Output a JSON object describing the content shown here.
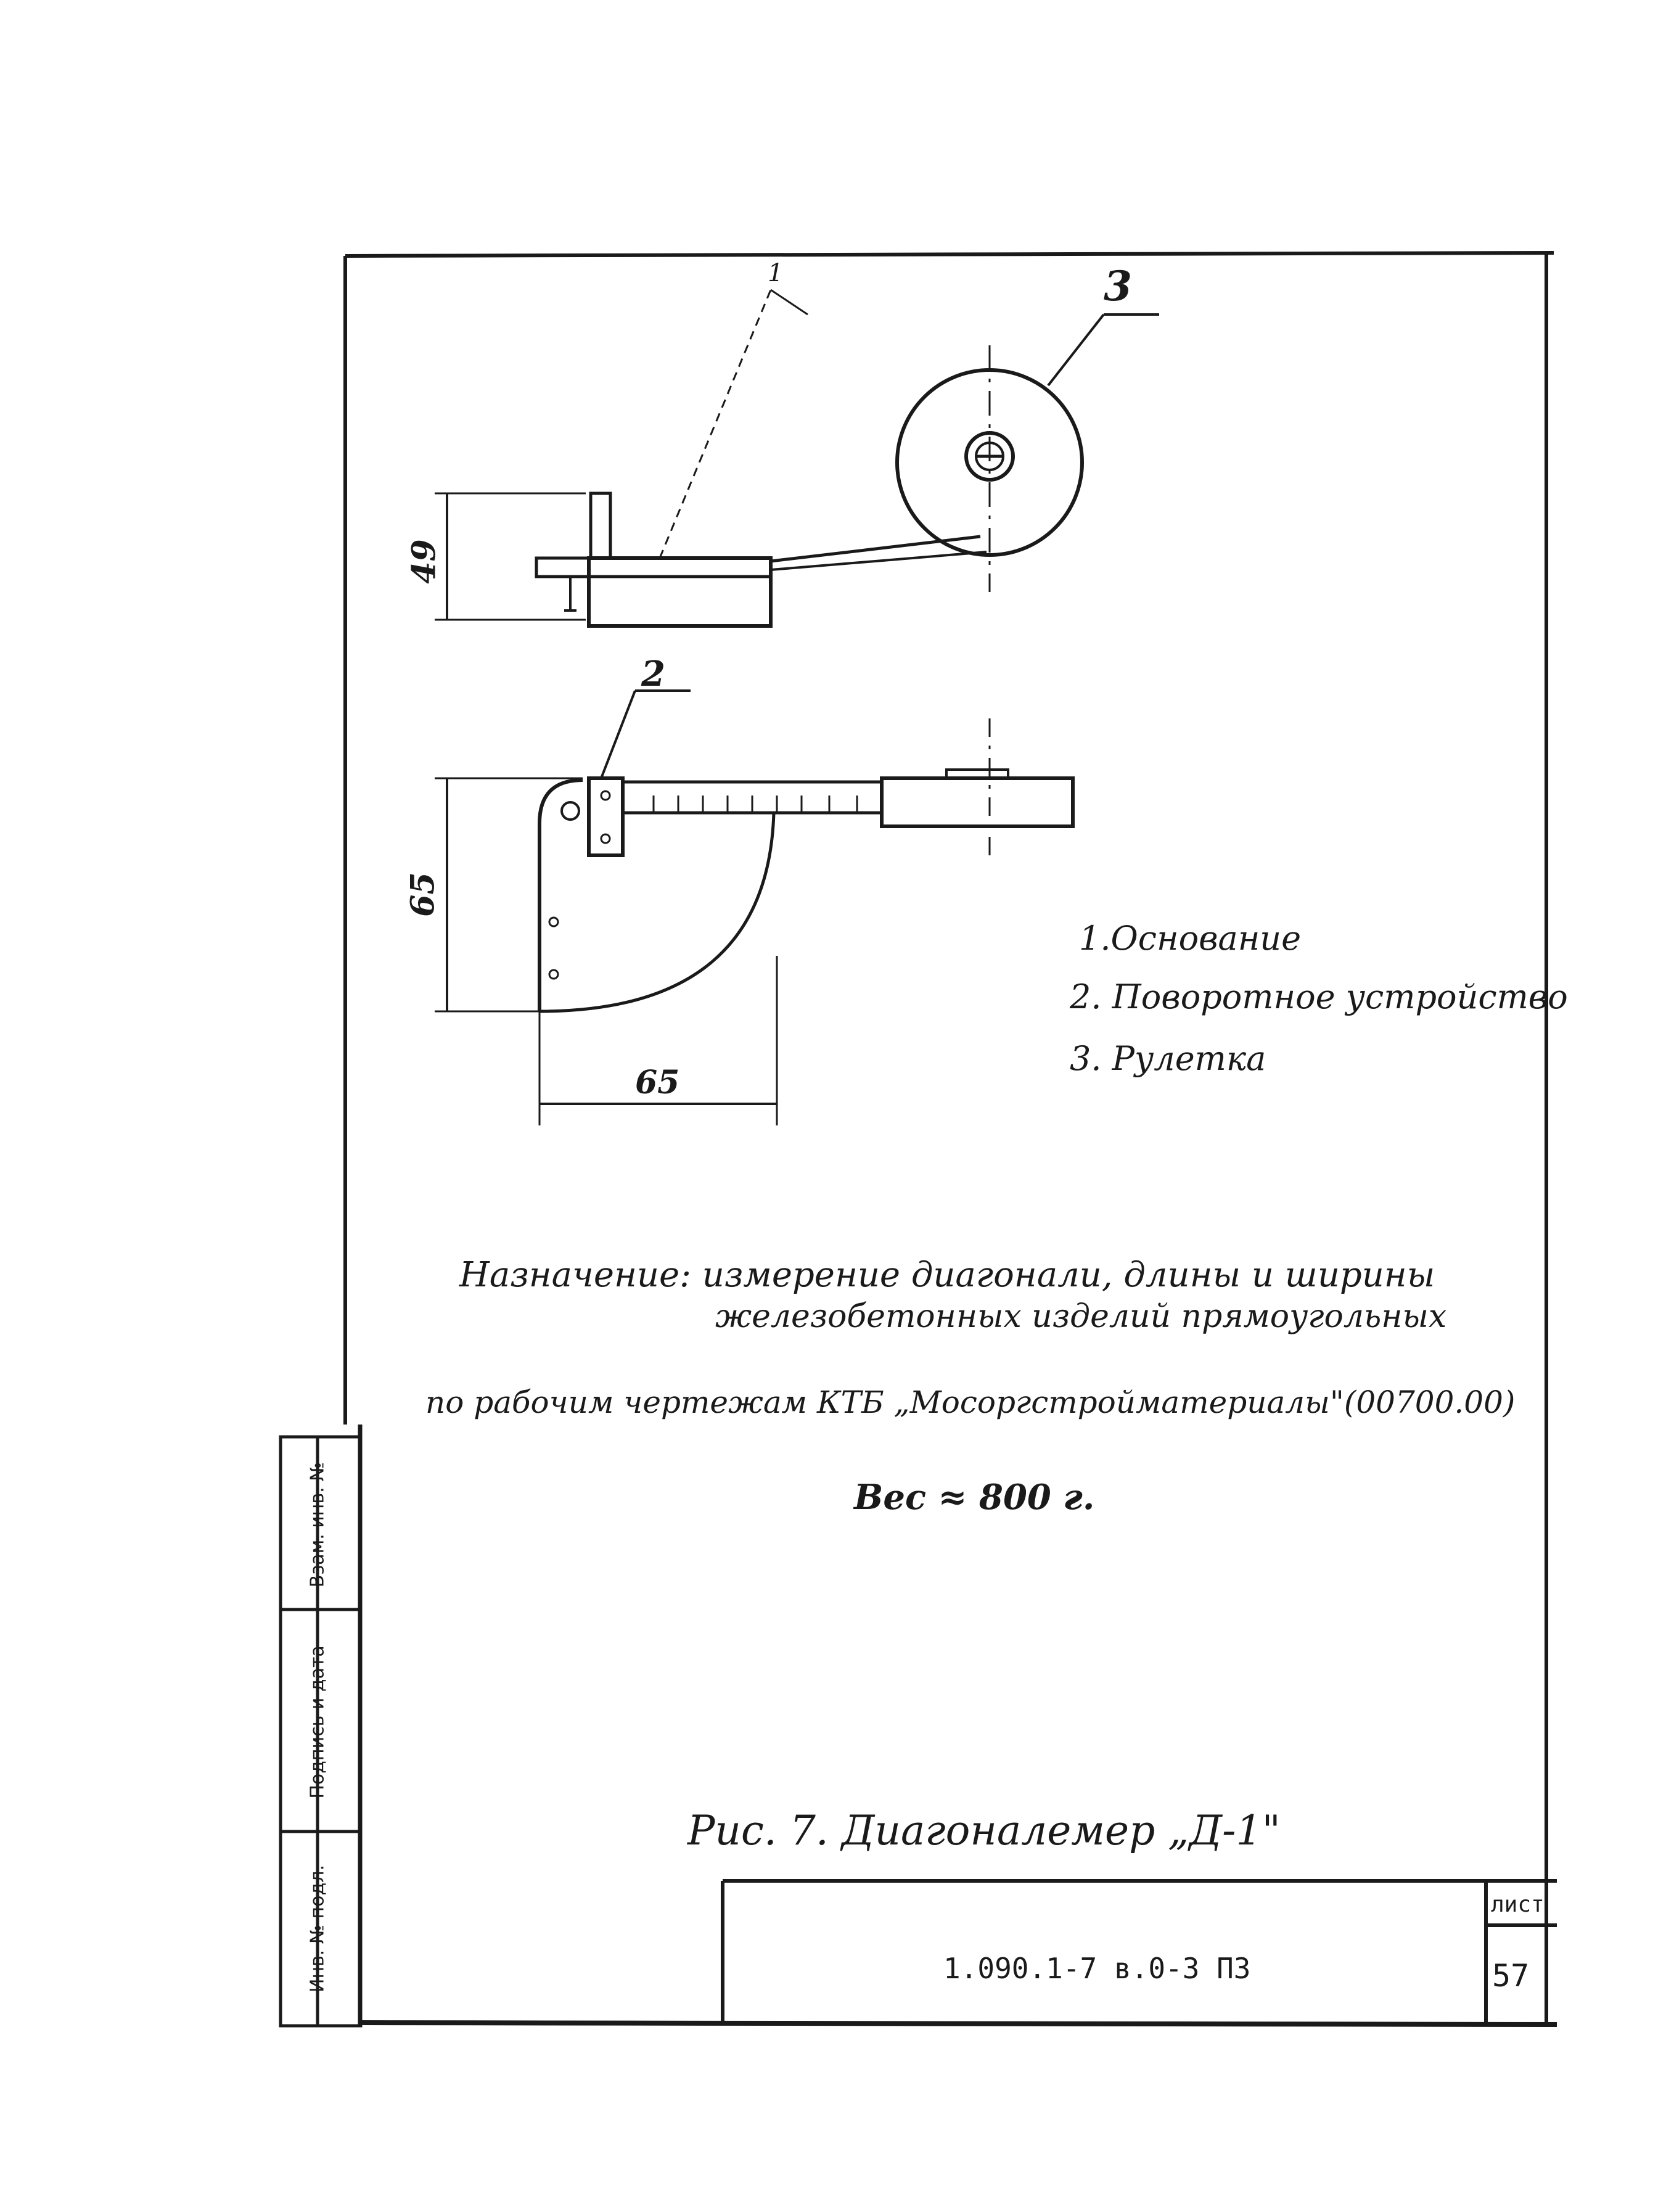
{
  "drawing": {
    "callouts": {
      "base": "1",
      "rotary": "2",
      "tape": "3"
    },
    "dimensions": {
      "height": "49",
      "vertical": "65",
      "horizontal": "65"
    }
  },
  "legend": [
    {
      "label": "1.Основание"
    },
    {
      "label": "2. Поворотное устройство"
    },
    {
      "label": "3. Рулетка"
    }
  ],
  "purpose": {
    "line1": "Назначение: измерение диагонали, длины и ширины",
    "line2": "железобетонных изделий прямоугольных",
    "line3": "по рабочим чертежам КТБ „Мосоргстройматериалы\"(00700.00)"
  },
  "weight": "Вес ≈ 800 г.",
  "caption": "Рис. 7. Диагоналемер „Д-1\"",
  "title_block": {
    "doc_code": "1.090.1-7 в.0-3 ПЗ",
    "sheet_label": "лист",
    "sheet_number": "57"
  },
  "side_stamp": {
    "cells": [
      "Взам. инв. №",
      "Подпись и дата",
      "Инв. № подл."
    ]
  }
}
